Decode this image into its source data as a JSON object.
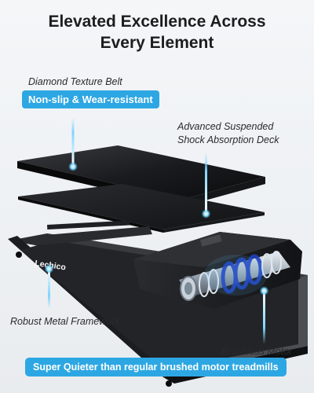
{
  "headline": {
    "line1": "Elevated Excellence Across",
    "line2": "Every Element"
  },
  "callouts": {
    "belt": {
      "label": "Diamond Texture Belt",
      "badge": "Non-slip & Wear-resistant"
    },
    "deck": {
      "line1": "Advanced Suspended",
      "line2": "Shock Absorption Deck"
    },
    "frame": {
      "label": "Robust Metal Framework"
    },
    "motor": {
      "label": "Brushless Motor",
      "badge": "Super Quieter than regular brushed motor treadmills"
    }
  },
  "brand": "Lechico",
  "colors": {
    "accent": "#2da7e3",
    "glow": "#7fd3ff",
    "frame": "#1c1d20",
    "background": "#f1f3f5"
  }
}
